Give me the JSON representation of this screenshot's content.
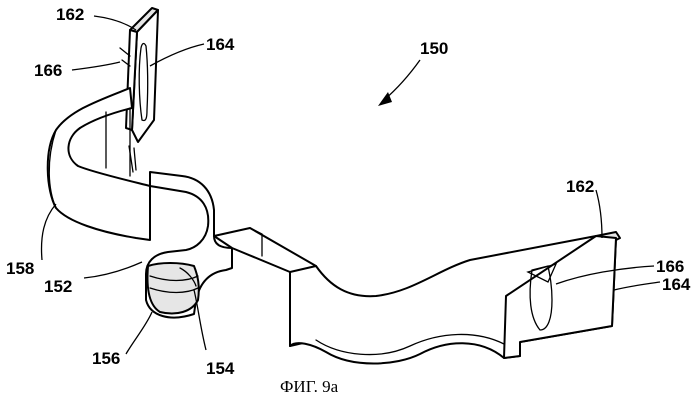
{
  "figure": {
    "caption": "ФИГ. 9а",
    "labels": {
      "clip_assembly": "150",
      "left_tab_top": "162",
      "left_tab_detent": "166",
      "left_tab_face": "164",
      "left_loop": "158",
      "center_bend": "152",
      "center_groove": "154",
      "center_roll": "156",
      "right_tab_top": "162",
      "right_tab_detent": "166",
      "right_tab_face": "164"
    }
  }
}
